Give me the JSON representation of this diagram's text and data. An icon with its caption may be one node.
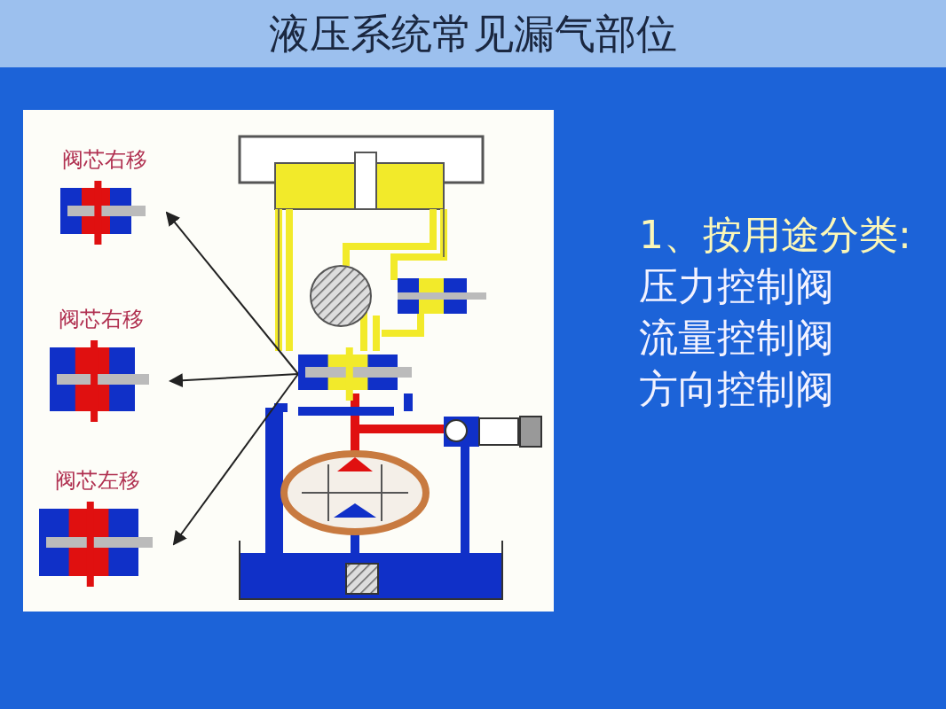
{
  "diagram": {
    "title": "液压系统常见漏气部位",
    "nodes": [
      {
        "text": [],
        "shape": "picture"
      },
      {
        "text": [
          "阀芯右移"
        ]
      },
      {
        "text": [
          "阀芯右移"
        ]
      },
      {
        "text": [
          "阀芯左移"
        ]
      }
    ],
    "edges": [
      {
        "from": 0,
        "to": 1,
        "arrow": "to"
      },
      {
        "from": 0,
        "to": 2,
        "arrow": "to"
      },
      {
        "from": 0,
        "to": 3,
        "arrow": "to"
      }
    ],
    "labels": [
      "1、按用途分类:",
      "压力控制阀",
      "流量控制阀",
      "方向控制阀"
    ]
  }
}
